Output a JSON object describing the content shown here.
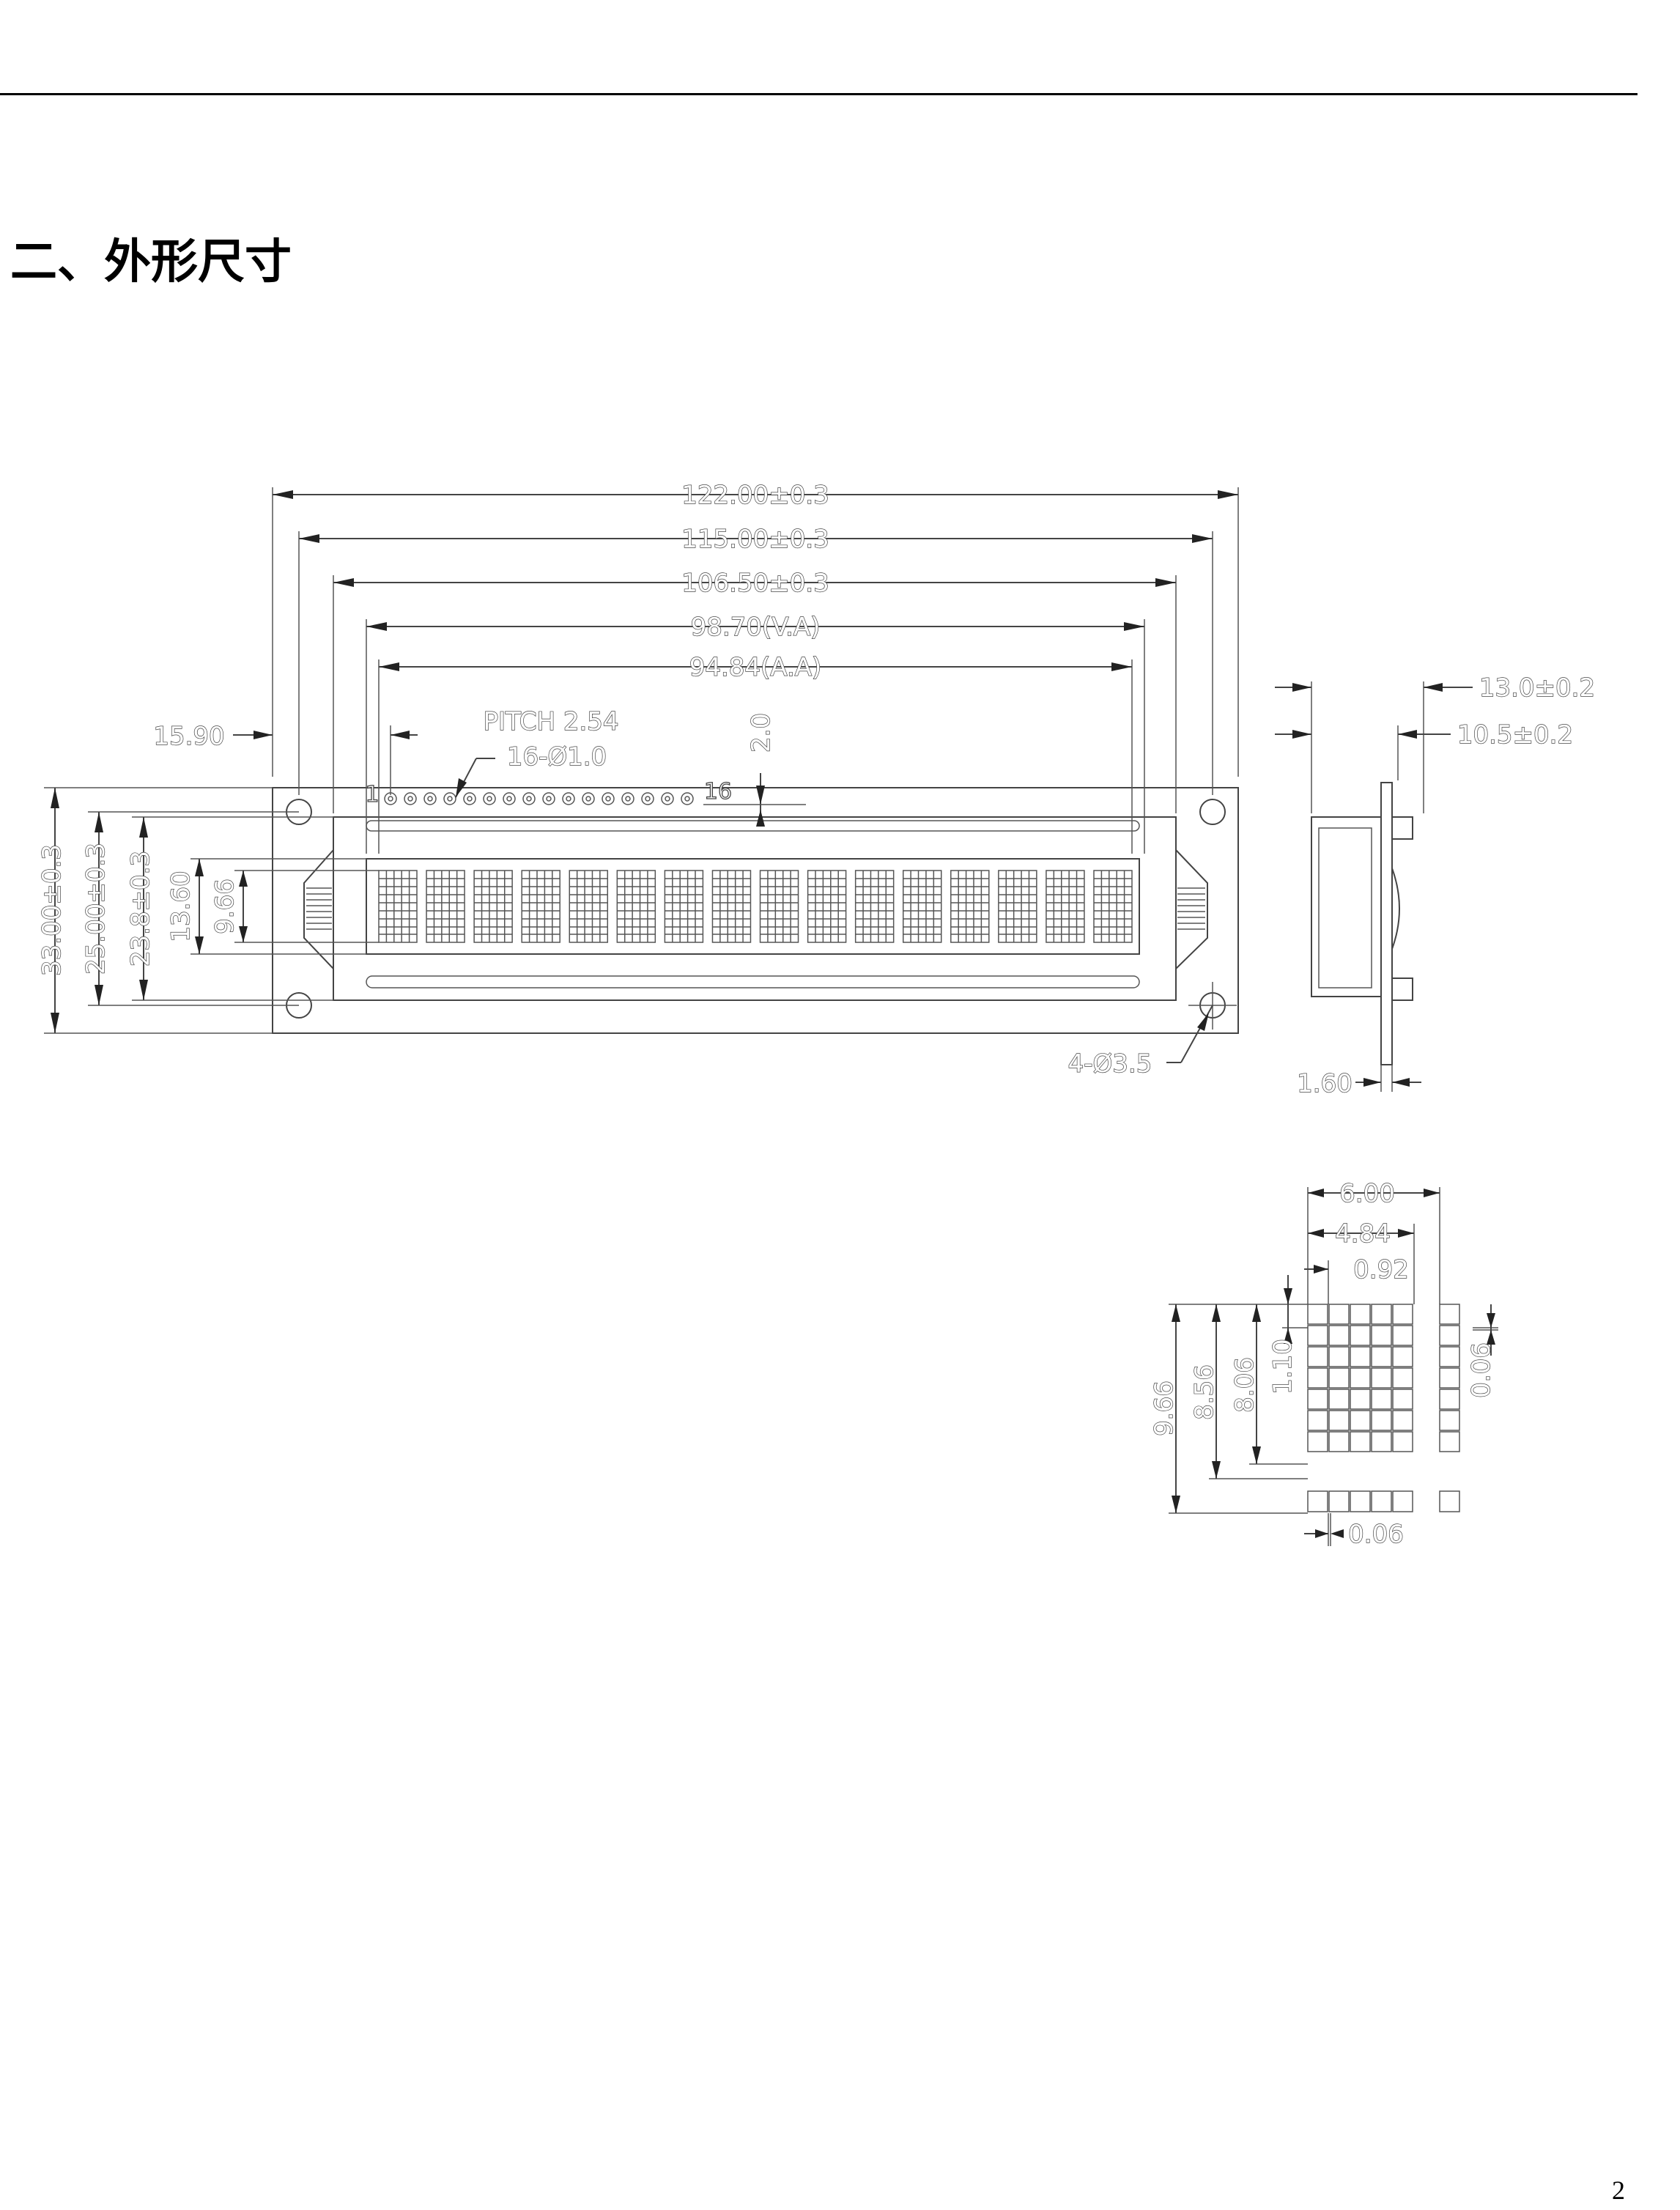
{
  "header": {
    "title": "二、外形尺寸"
  },
  "footer": {
    "page_number": "2"
  },
  "drawing": {
    "front_view": {
      "width_overall": "122.00±0.3",
      "width_hole_pitch": "115.00±0.3",
      "width_bezel": "106.50±0.3",
      "width_viewing_area": "98.70(V.A)",
      "width_active_area": "94.84(A.A)",
      "pin1_offset": "15.90",
      "pin_pitch": "PITCH 2.54",
      "pin_holes": "16-Ø1.0",
      "pin_first_label": "1",
      "pin_last_label": "16",
      "pin_row_offset": "2.0",
      "height_overall": "33.00±0.3",
      "height_hole_pitch": "25.00±0.3",
      "height_bezel": "23.8±0.3",
      "height_viewing_area": "13.60",
      "height_active_area": "9.66",
      "mount_holes": "4-Ø3.5",
      "character_count": 16
    },
    "side_view": {
      "thickness_overall": "13.0±0.2",
      "thickness_body": "10.5±0.2",
      "pcb_thickness": "1.60"
    },
    "character_detail": {
      "char_pitch": "6.00",
      "char_width": "4.84",
      "dot_width": "0.92",
      "char_height_pitch": "9.66",
      "char_height_with_cursor": "8.56",
      "char_height": "8.06",
      "dot_height": "1.10",
      "dot_gap_vertical": "0.06",
      "dot_gap_horizontal": "0.06"
    }
  }
}
